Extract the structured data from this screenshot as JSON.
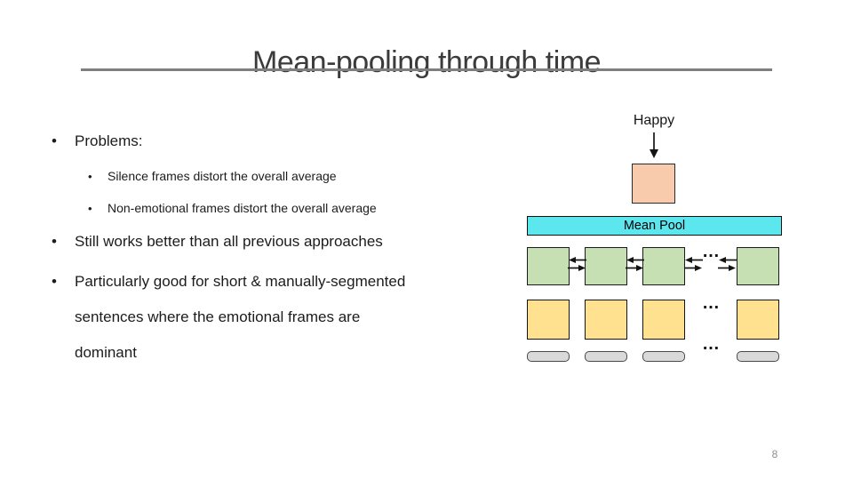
{
  "title": "Mean-pooling through time",
  "bullet_char": "•",
  "bullets": [
    {
      "text": "Problems:"
    },
    {
      "text": "Silence frames distort the overall average"
    },
    {
      "text": "Non-emotional frames distort the overall average"
    },
    {
      "text": "Still works better than all previous approaches"
    },
    {
      "lines": [
        "Particularly good for short & manually-segmented",
        "sentences where the emotional frames are",
        "dominant"
      ]
    }
  ],
  "diagram": {
    "emotion_label": "Happy",
    "pool_label": "Mean Pool",
    "ellipsis": "…"
  },
  "page_number": "8",
  "colors": {
    "pool_cyan": "#5ce6ee",
    "cell_green": "#c6e0b4",
    "cell_yellow": "#ffe18f",
    "cell_orange": "#f8cbad",
    "bar_gray": "#d9d9d9",
    "underline_gray": "#7f7f7f"
  }
}
